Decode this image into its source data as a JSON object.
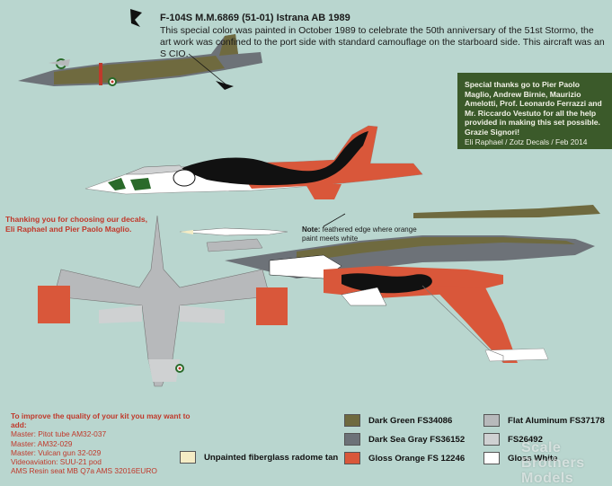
{
  "header": {
    "title": "F-104S M.M.6869 (51-01)  Istrana AB 1989",
    "description": "This special color was painted in October 1989 to celebrate the 50th anniversary of the 51st Stormo, the art work was confined to the port side with standard camouflage on the starboard side. This aircraft was an S CIO."
  },
  "thanks_box": {
    "text": "Special thanks go to Pier Paolo Maglio, Andrew Birnie, Maurizio Amelotti, Prof. Leonardo Ferrazzi and Mr. Riccardo Vestuto for all the help provided in making this set possible. Grazie Signori!",
    "credit": "Eli Raphael / Zotz Decals / Feb 2014"
  },
  "choosing_note": "Thanking you for choosing our decals, Eli Raphael and Pier Paolo Maglio.",
  "feather_note": {
    "label": "Note:",
    "text": " feathered edge where orange paint meets white"
  },
  "improve": {
    "head": "To improve the quality of your kit you may want to add:",
    "items": [
      "Master: Pitot tube AM32-037",
      "Master: AM32-029",
      "Master: Vulcan gun 32-029",
      "Videoaviation: SUU-21 pod",
      "AMS Resin seat MB Q7a AMS 32016EURO"
    ]
  },
  "colors": {
    "dark_green": "#6f6a3f",
    "dark_sea_gray": "#6d7278",
    "gloss_orange": "#d9573a",
    "flat_aluminum": "#b7b9bb",
    "fs26492": "#cfd1d2",
    "gloss_white": "#ffffff",
    "radome_tan": "#f4ecc5",
    "box_green": "#3b5a2a",
    "note_red": "#c0392b"
  },
  "legend": {
    "dark_green": "Dark Green FS34086",
    "dark_sea_gray": "Dark Sea Gray FS36152",
    "gloss_orange": "Gloss Orange FS 12246",
    "flat_aluminum": "Flat Aluminum FS37178",
    "fs26492": "FS26492",
    "gloss_white": "Gloss White",
    "radome": "Unpainted fiberglass radome tan"
  },
  "watermark": {
    "line1": "Scale",
    "line2": "Brothers",
    "line3": "Models"
  }
}
